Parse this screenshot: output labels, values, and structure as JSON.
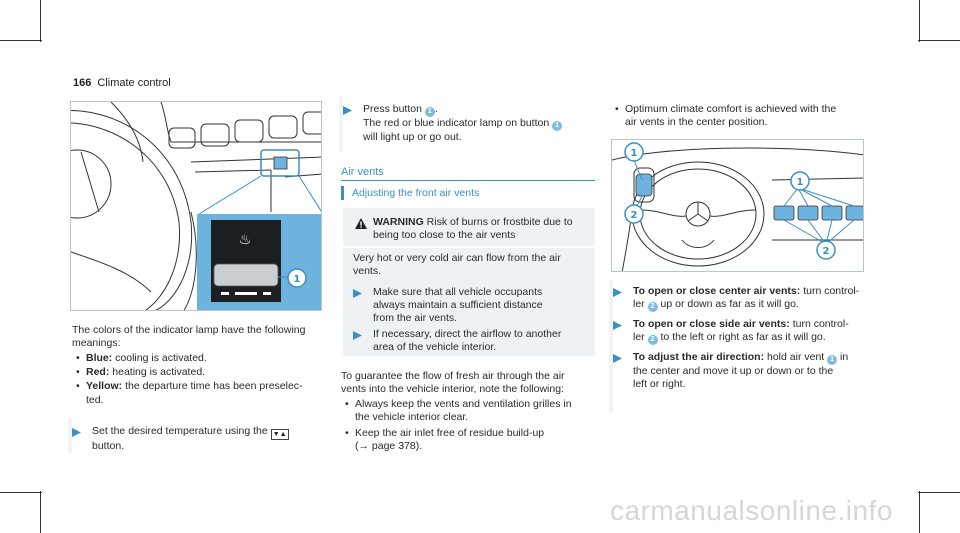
{
  "header": {
    "page_number": "166",
    "section": "Climate control"
  },
  "left_column": {
    "intro": "The colors of the indicator lamp have the following meanings:",
    "meanings": [
      {
        "term": "Blue:",
        "text": "cooling is activated."
      },
      {
        "term": "Red:",
        "text": "heating is activated."
      },
      {
        "term": "Yellow:",
        "text": "the departure time has been preselec-"
      },
      {
        "term": "",
        "text": "ted."
      }
    ],
    "step_text_1": "Set the desired temperature using the",
    "step_text_2": "button.",
    "temp_button_glyph": "▼▲"
  },
  "middle_column": {
    "press_line1_a": "Press button",
    "press_line1_b": ".",
    "press_line2": "The red or blue indicator lamp on button",
    "press_line3": "will light up or go out.",
    "section_title": "Air vents",
    "subsection_title": "Adjusting the front air vents",
    "warning": {
      "title": "WARNING",
      "line1": "Risk of burns or frostbite due to",
      "line2": "being too close to the air vents",
      "para_l1": "Very hot or very cold air can flow from the air",
      "para_l2": "vents.",
      "step1_l1": "Make sure that all vehicle occupants",
      "step1_l2": "always maintain a sufficient distance",
      "step1_l3": "from the air vents.",
      "step2_l1": "If necessary, direct the airflow to another",
      "step2_l2": "area of the vehicle interior."
    },
    "guarantee_l1": "To guarantee the flow of fresh air through the air",
    "guarantee_l2": "vents into the vehicle interior, note the following:",
    "bullets": [
      {
        "l1": "Always keep the vents and ventilation grilles in",
        "l2": "the vehicle interior clear."
      },
      {
        "l1": "Keep the air inlet free of residue build-up",
        "l2": "(→ page 378)."
      }
    ]
  },
  "right_column": {
    "bullet_l1": "Optimum climate comfort is achieved with the",
    "bullet_l2": "air vents in the center position.",
    "steps": [
      {
        "title": "To open or close center air vents:",
        "l1_rest": "turn control-",
        "l2_a": "ler",
        "l2_b": "up or down as far as it will go."
      },
      {
        "title": "To open or close side air vents:",
        "l1_rest": "turn control-",
        "l2_a": "ler",
        "l2_b": "to the left or right as far as it will go."
      },
      {
        "title": "To adjust the air direction:",
        "l1_rest": "hold air vent",
        "l1_end": "in",
        "l2": "the center and move it up or down or to the",
        "l3": "left or right."
      }
    ]
  },
  "badges": {
    "one": "1",
    "two": "2"
  },
  "watermark": "carmanualsonline.info",
  "colors": {
    "accent": "#3a8fc4",
    "badge": "#7fbcdf",
    "box": "#eef2f5"
  }
}
